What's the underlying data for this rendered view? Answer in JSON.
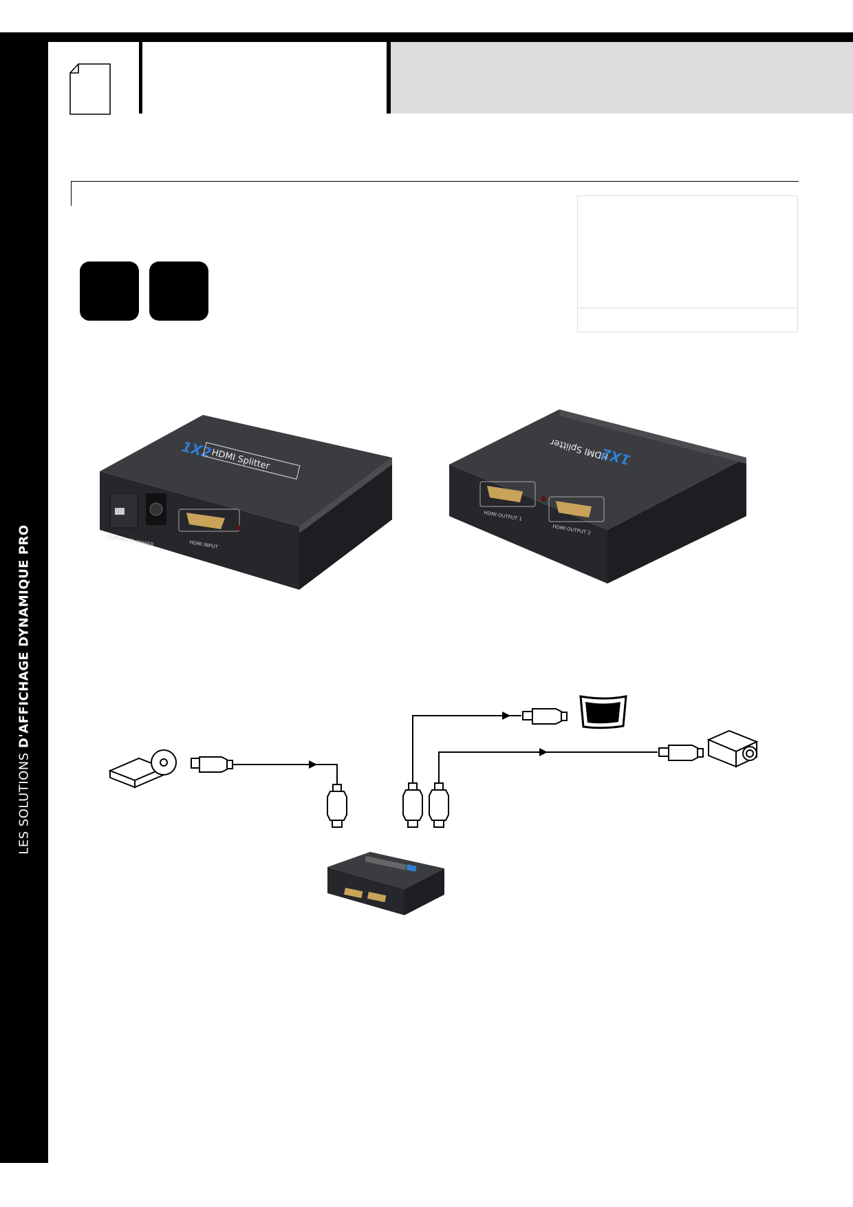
{
  "sidebar": {
    "text_light": "LES SOLUTIONS ",
    "text_bold": "D'AFFICHAGE DYNAMIQUE PRO"
  },
  "products": {
    "front": {
      "top_label_prefix": "1X2",
      "top_label": "HDMI Splitter",
      "port_power": "COPY/AUTO  POWER",
      "port_input": "HDMI INPUT"
    },
    "back": {
      "top_label_prefix": "1X2",
      "top_label": "HDMI Splitter",
      "port_output_1": "HDMI OUTPUT 1",
      "port_output_2": "HDMI OUTPUT 2"
    }
  },
  "colors": {
    "black": "#000000",
    "grey_band": "#dcdcdc",
    "device_body": "#2b2d30",
    "accent_blue": "#2f7fd4",
    "hdmi_gold": "#c9a35a"
  },
  "icons": [
    "document-icon",
    "dvd-player-icon",
    "hdmi-plug-icon",
    "tv-icon",
    "projector-icon",
    "arrow-icon"
  ]
}
